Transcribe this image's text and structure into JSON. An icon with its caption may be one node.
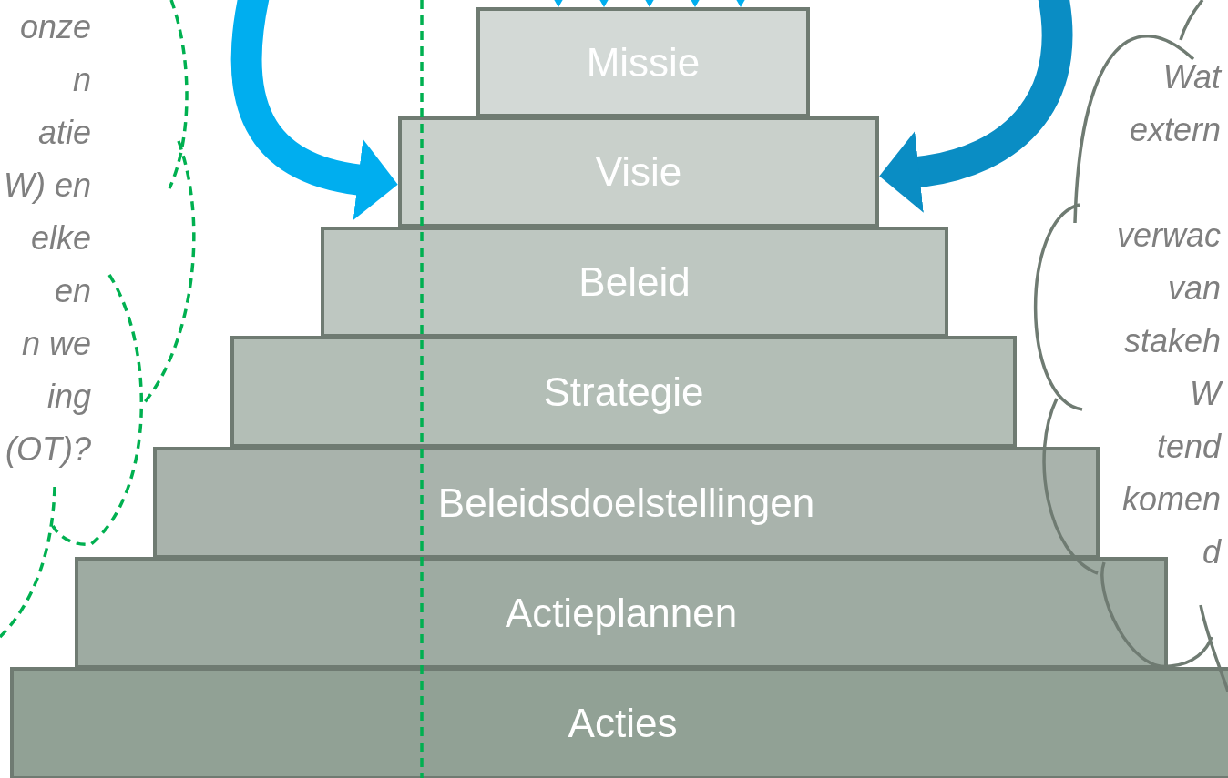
{
  "diagram": {
    "nodes": [
      {
        "text": [
          "onze n atie W) en elke en n we ing (OT)?"
        ]
      },
      {
        "text": [
          "Missie"
        ]
      },
      {
        "text": [
          "Visie"
        ]
      },
      {
        "text": [
          "Beleid"
        ]
      },
      {
        "text": [
          "Strategie"
        ]
      },
      {
        "text": [
          "Beleidsdoelstellingen"
        ]
      },
      {
        "text": [
          "Actieplannen"
        ]
      },
      {
        "text": [
          "Acties"
        ]
      },
      {
        "text": [
          "Wat extern verwac van stakeh W tend komen d"
        ]
      }
    ],
    "edges": [
      {
        "from": null,
        "to": 2,
        "arrow": "to",
        "style": "thick"
      },
      {
        "from": null,
        "to": 2,
        "arrow": "to",
        "style": "thick",
        "color": "#0a8dc4"
      },
      {
        "from": null,
        "to": 1,
        "arrow": "to"
      },
      {
        "from": null,
        "to": 1,
        "arrow": "to"
      },
      {
        "from": null,
        "to": 1,
        "arrow": "to"
      },
      {
        "from": null,
        "to": 1,
        "arrow": "to"
      },
      {
        "from": null,
        "to": 1,
        "arrow": "to"
      }
    ]
  }
}
